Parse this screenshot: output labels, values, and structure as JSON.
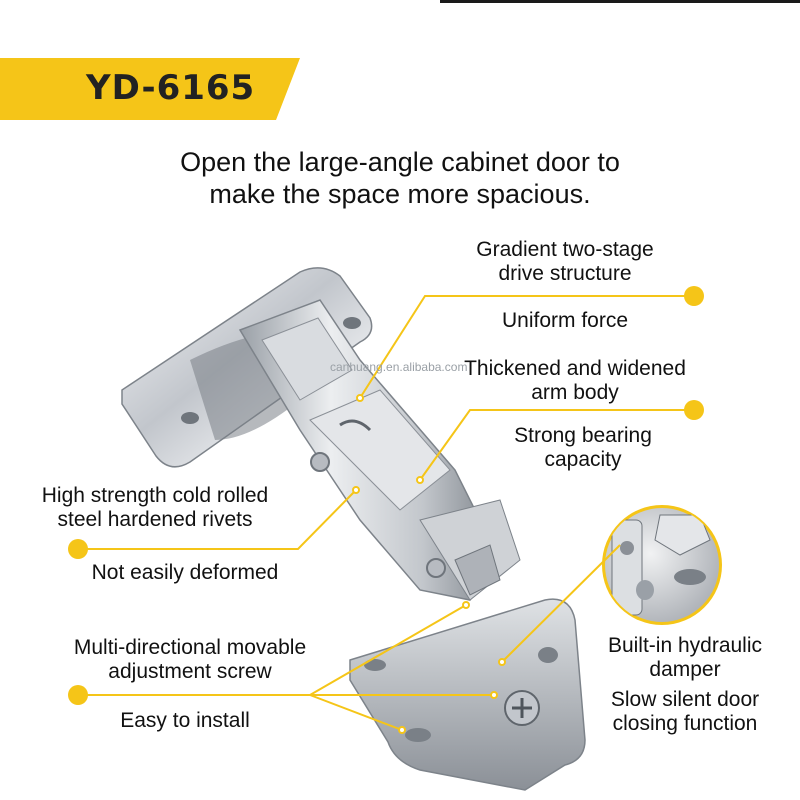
{
  "colors": {
    "accent": "#f5c518",
    "text": "#111111",
    "metal": "#c9cdd2"
  },
  "banner": {
    "model": "YD-6165"
  },
  "headline": {
    "line1": "Open the large-angle cabinet door to",
    "line2": "make the space more spacious."
  },
  "features_right": {
    "f1_line1": "Gradient two-stage",
    "f1_line2": "drive structure",
    "f1_sub": "Uniform force",
    "f2_line1": "Thickened and widened",
    "f2_line2": "arm body",
    "f2_sub_line1": "Strong bearing",
    "f2_sub_line2": "capacity",
    "f3_line1": "Built-in hydraulic",
    "f3_line2": "damper",
    "f3_sub_line1": "Slow silent door",
    "f3_sub_line2": "closing function"
  },
  "features_left": {
    "f1_line1": "High strength cold rolled",
    "f1_line2": "steel hardened rivets",
    "f1_sub": "Not easily deformed",
    "f2_line1": "Multi-directional movable",
    "f2_line2": "adjustment screw",
    "f2_sub": "Easy to install"
  },
  "watermark": "canhuang.en.alibaba.com",
  "icons": [
    "yellow-dot-icon",
    "hinge-product-image",
    "damper-zoom-image"
  ]
}
